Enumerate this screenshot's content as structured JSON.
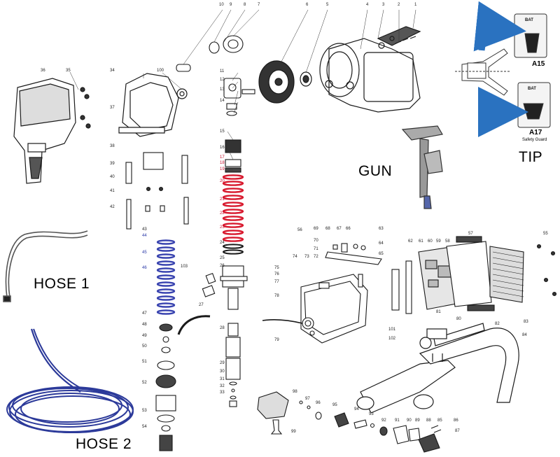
{
  "labels": {
    "gun": "GUN",
    "tip": "TIP",
    "hose1": "HOSE 1",
    "hose2": "HOSE 2",
    "a15": "A15",
    "a17": "A17",
    "safety_guard": "Safety Guard",
    "pack_brand": "BAT"
  },
  "part_numbers": {
    "p1": "1",
    "p2": "2",
    "p3": "3",
    "p4": "4",
    "p5": "5",
    "p6": "6",
    "p7": "7",
    "p8": "8",
    "p9": "9",
    "p10": "10",
    "p11": "11",
    "p12": "12",
    "p13": "13",
    "p14": "14",
    "p15": "15",
    "p16": "16",
    "p17": "17",
    "p18": "18",
    "p19": "19",
    "p20": "20",
    "p21": "21",
    "p22": "22",
    "p23": "23",
    "p24": "24",
    "p25": "25",
    "p26": "26",
    "p27": "27",
    "p28": "28",
    "p29": "29",
    "p30": "30",
    "p31": "31",
    "p32": "32",
    "p33": "33",
    "p34": "34",
    "p35": "35",
    "p36": "36",
    "p37": "37",
    "p38": "38",
    "p39": "39",
    "p40": "40",
    "p41": "41",
    "p42": "42",
    "p43": "43",
    "p44": "44",
    "p45": "45",
    "p46": "46",
    "p47": "47",
    "p48": "48",
    "p49": "49",
    "p50": "50",
    "p51": "51",
    "p52": "52",
    "p53": "53",
    "p54": "54",
    "p55": "55",
    "p56": "56",
    "p57": "57",
    "p58": "58",
    "p59": "59",
    "p60": "60",
    "p61": "61",
    "p62": "62",
    "p63": "63",
    "p64": "64",
    "p65": "65",
    "p66": "66",
    "p67": "67",
    "p68": "68",
    "p69": "69",
    "p70": "70",
    "p71": "71",
    "p72": "72",
    "p73": "73",
    "p74": "74",
    "p75": "75",
    "p76": "76",
    "p77": "77",
    "p78": "78",
    "p79": "79",
    "p80": "80",
    "p81": "81",
    "p82": "82",
    "p83": "83",
    "p84": "84",
    "p85": "85",
    "p86": "86",
    "p87": "87",
    "p88": "88",
    "p89": "89",
    "p90": "90",
    "p91": "91",
    "p92": "92",
    "p93": "93",
    "p94": "94",
    "p95": "95",
    "p96": "96",
    "p97": "97",
    "p98": "98",
    "p99": "99",
    "p100": "100",
    "p101": "101",
    "p102": "102",
    "p103": "103"
  },
  "colors": {
    "line": "#1a1a1a",
    "red_parts": "#d8192e",
    "blue_parts": "#3a44b0",
    "hose_blue": "#2c3a9a",
    "arrow_blue": "#2a72c0",
    "gun_grey": "#8a8a8a"
  }
}
